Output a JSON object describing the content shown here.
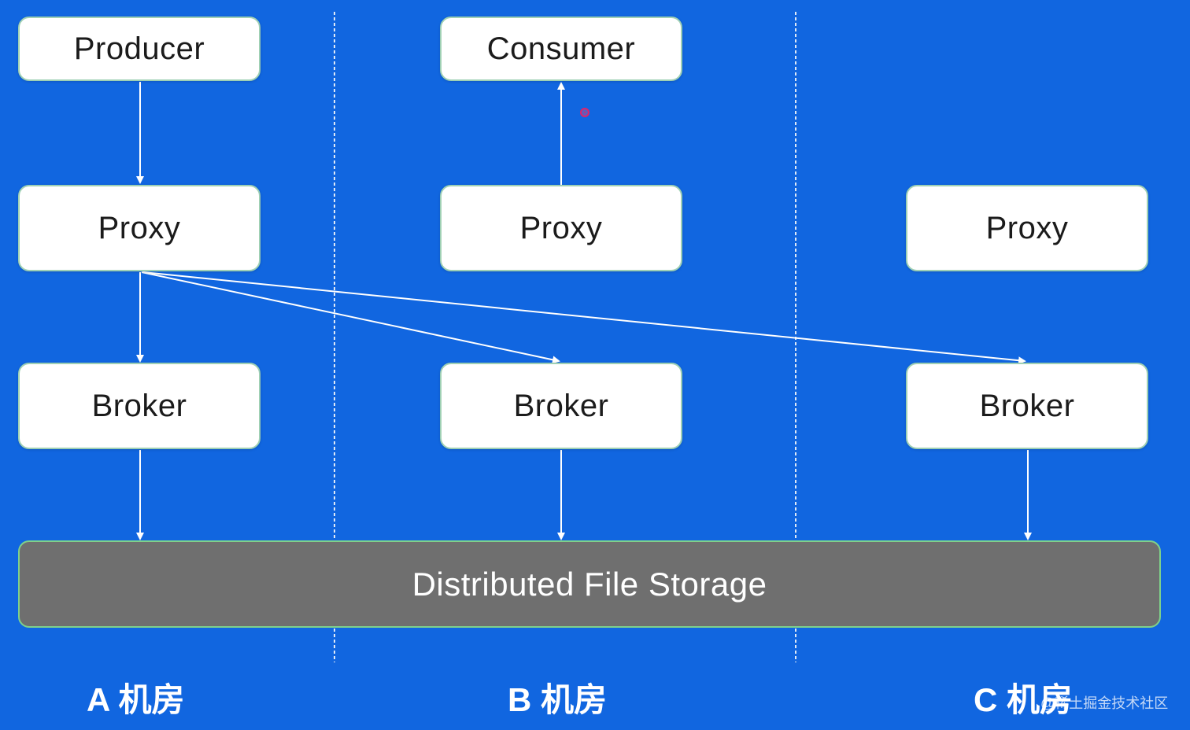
{
  "nodes": {
    "producer": "Producer",
    "consumer": "Consumer",
    "proxy_a": "Proxy",
    "proxy_b": "Proxy",
    "proxy_c": "Proxy",
    "broker_a": "Broker",
    "broker_b": "Broker",
    "broker_c": "Broker",
    "storage": "Distributed File Storage"
  },
  "zones": {
    "a": "A 机房",
    "b": "B 机房",
    "c": "C 机房"
  },
  "watermark": "@稀土掘金技术社区",
  "colors": {
    "background": "#1166e0",
    "node_fill": "#ffffff",
    "node_border": "#9fd0b4",
    "storage_fill": "#6f6f6f",
    "storage_border": "#7fd18a",
    "arrow": "#ffffff"
  }
}
